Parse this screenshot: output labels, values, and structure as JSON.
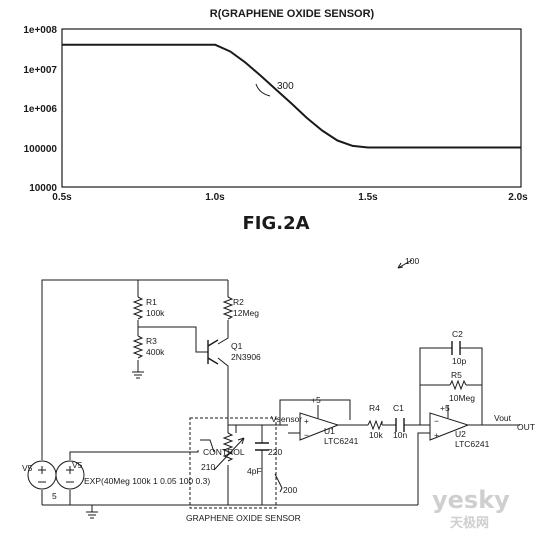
{
  "graph": {
    "title": "R(GRAPHENE OXIDE SENSOR)",
    "y_ticks": [
      "1e+008",
      "1e+007",
      "1e+006",
      "100000",
      "10000"
    ],
    "x_ticks": [
      "0.5s",
      "1.0s",
      "1.5s",
      "2.0s"
    ],
    "curve_label": "300",
    "figure_label": "FIG.2A"
  },
  "chart_data": {
    "type": "line",
    "title": "R(GRAPHENE OXIDE SENSOR)",
    "xlabel": "",
    "ylabel": "",
    "xlim": [
      0.5,
      2.0
    ],
    "ylim": [
      10000,
      100000000
    ],
    "y_scale": "log",
    "grid": false,
    "series": [
      {
        "name": "300",
        "x": [
          0.5,
          1.0,
          1.05,
          1.1,
          1.15,
          1.2,
          1.25,
          1.3,
          1.35,
          1.4,
          1.45,
          1.5,
          2.0
        ],
        "y": [
          40000000,
          40000000,
          27000000,
          14000000,
          6500000,
          2900000,
          1300000,
          560000,
          270000,
          150000,
          110000,
          100000,
          100000
        ]
      }
    ]
  },
  "schematic": {
    "ref": "100",
    "r1": "R1",
    "r1_val": "100k",
    "r2": "R2",
    "r2_val": "12Meg",
    "r3": "R3",
    "r3_val": "400k",
    "q1": "Q1",
    "q1_val": "2N3906",
    "u1_supply": "+5",
    "u1": "U1",
    "u1_val": "LTC6241",
    "vsensor": "Vsensor",
    "r4": "R4",
    "r4_val": "10k",
    "c1": "C1",
    "c1_val": "10n",
    "c2": "C2",
    "c2_val": "10p",
    "r5": "R5",
    "r5_val": "10Meg",
    "u2_supply": "+5",
    "u2": "U2",
    "u2_val": "LTC6241",
    "vout": "Vout",
    "out": "OUT",
    "control": "CONTROL",
    "sensor_ref": "210",
    "cap_ref": "220",
    "cap_val": "4pF",
    "box_ref": "200",
    "box_label": "GRAPHENE OXIDE SENSOR",
    "v5_left": "V5",
    "v5_left_val": "5",
    "v5_right": "V5",
    "exp_source": "EXP(40Meg 100k 1 0.05 100 0.3)"
  },
  "watermark": {
    "brand": "yesky",
    "subtitle": "天极网"
  },
  "colors": {
    "ink": "#1a1a1a",
    "background": "#ffffff",
    "watermark": "#c8c8c8"
  }
}
